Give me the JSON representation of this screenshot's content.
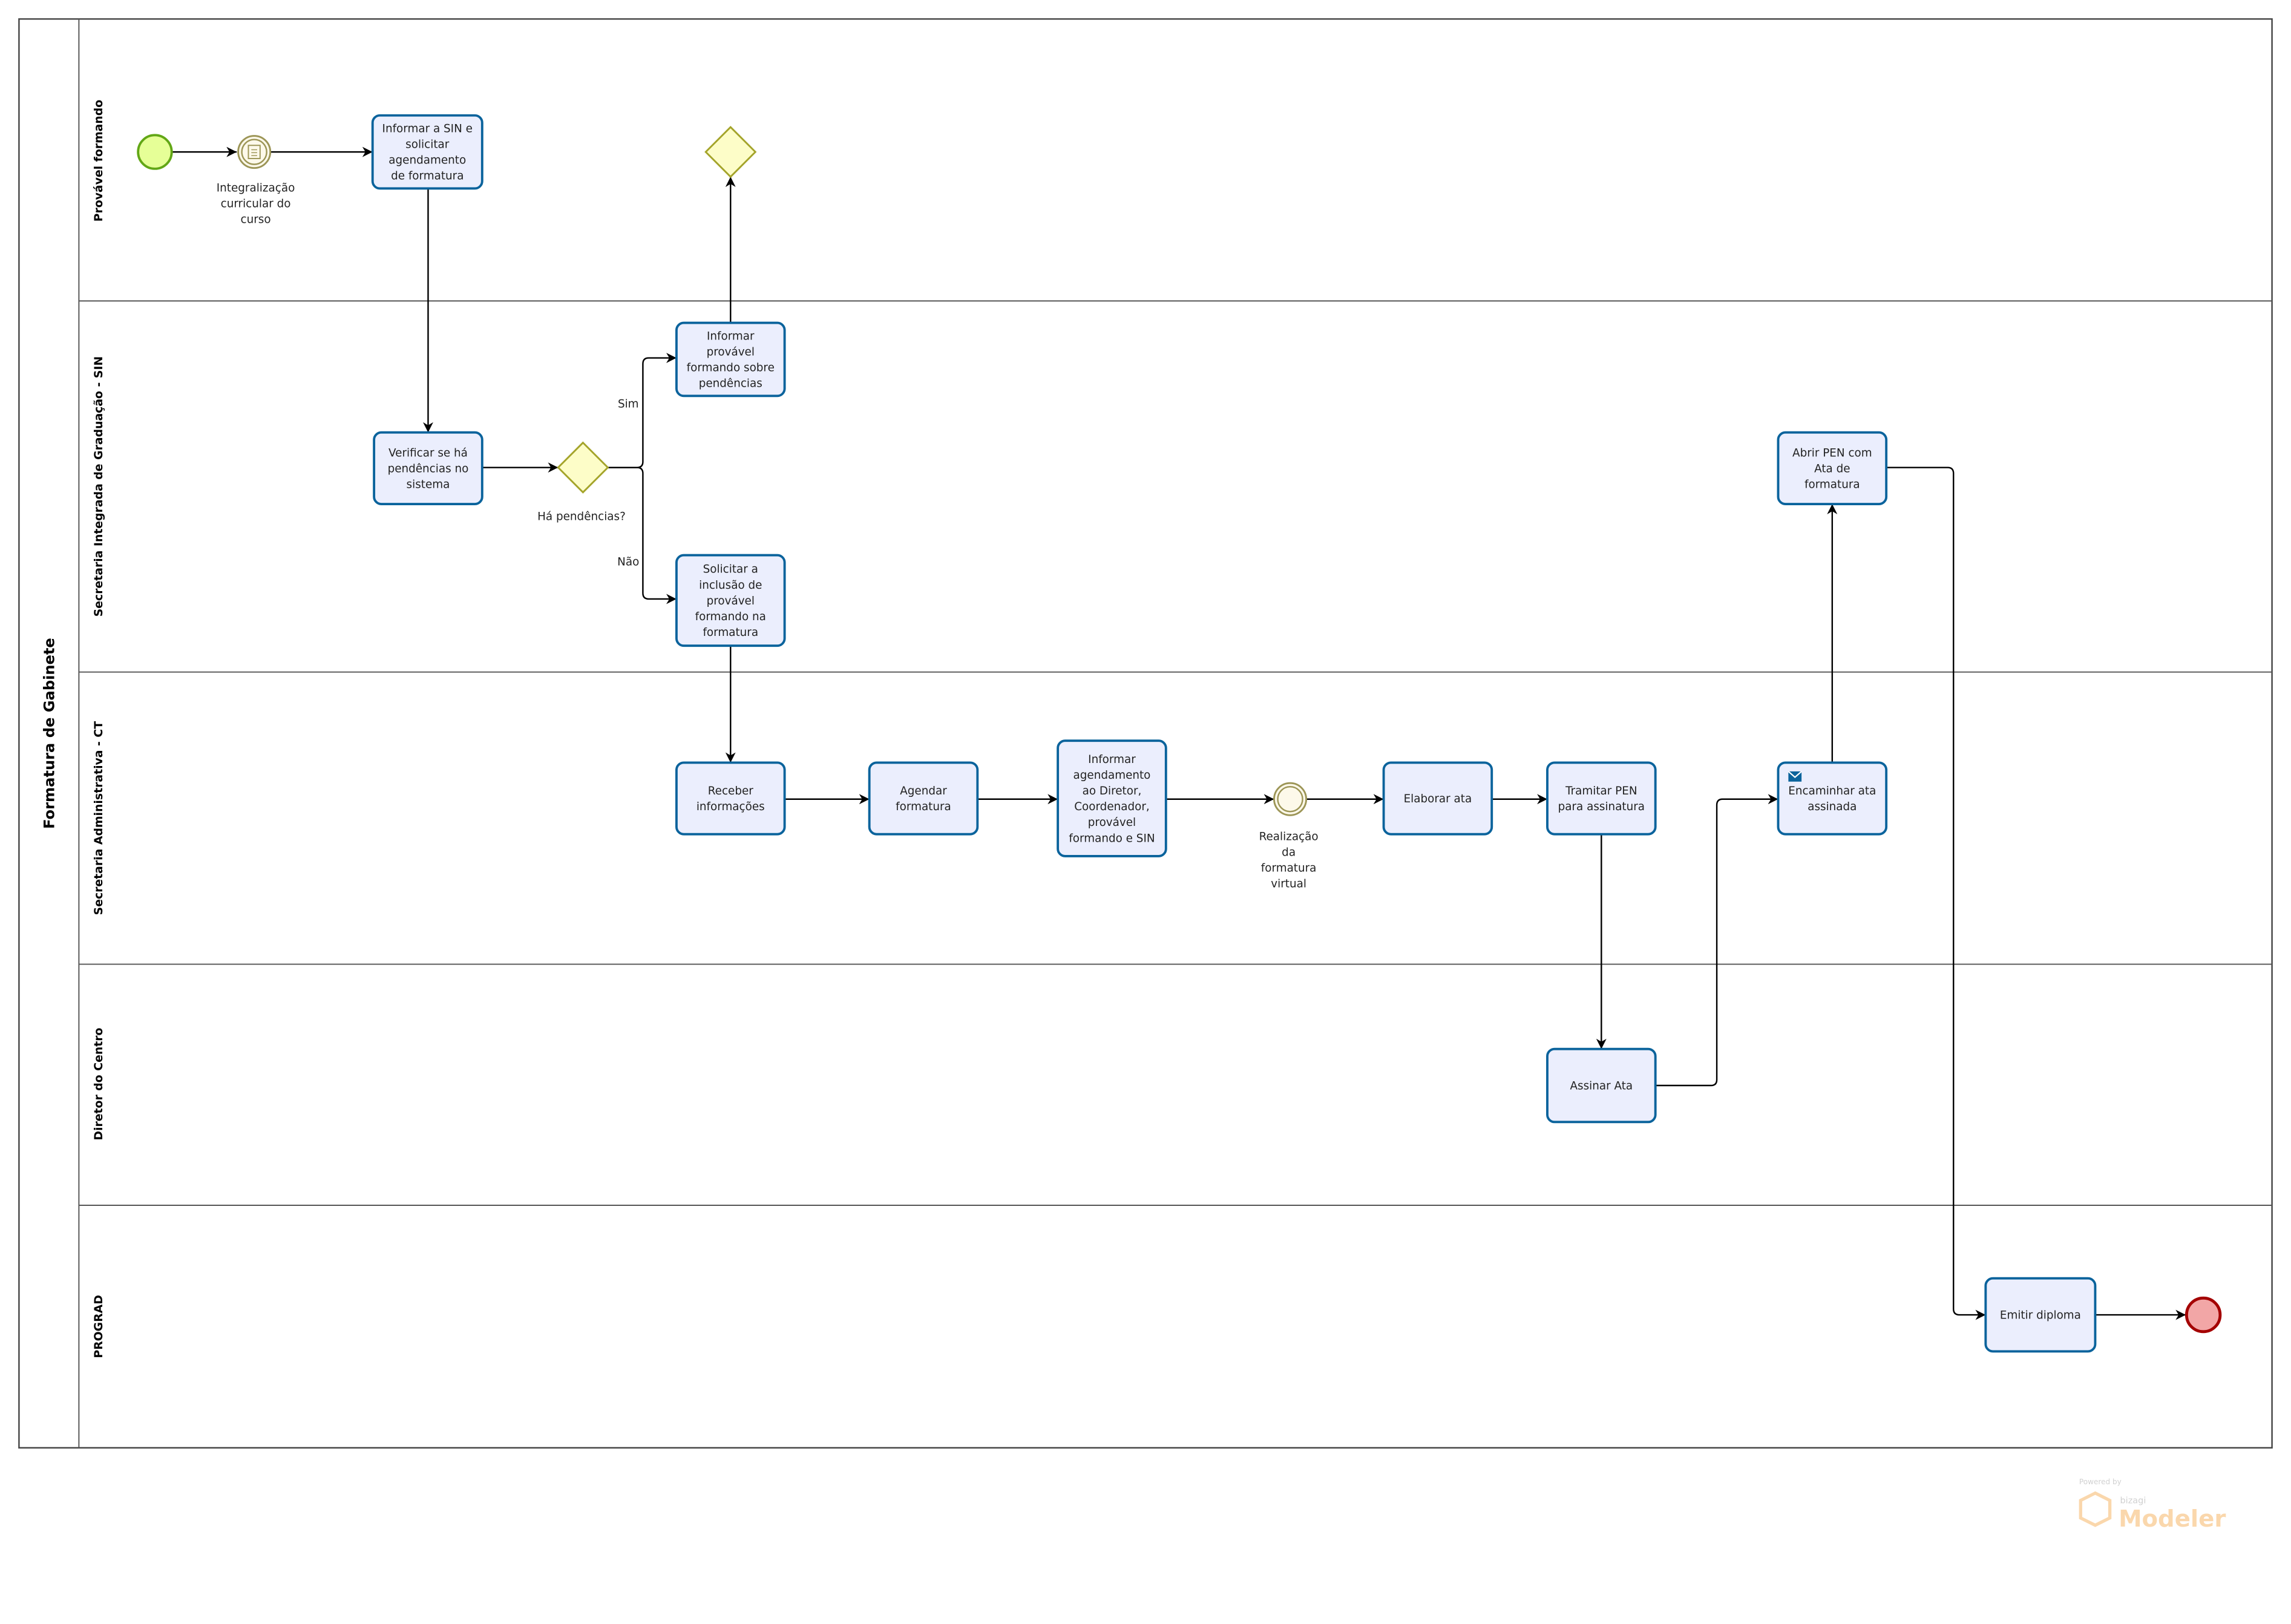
{
  "pool": {
    "title": "Formatura de Gabinete"
  },
  "lanes": [
    {
      "title": "Provável formando"
    },
    {
      "title": "Secretaria Integrada de Graduação - SIN"
    },
    {
      "title": "Secretaria Administrativa - CT"
    },
    {
      "title": "Diretor do Centro"
    },
    {
      "title": "PROGRAD"
    }
  ],
  "tasks": [
    {
      "lines": [
        "Informar a SIN e",
        "solicitar",
        "agendamento",
        "de formatura"
      ]
    },
    {
      "lines": [
        "Informar",
        "provável",
        "formando sobre",
        "pendências"
      ]
    },
    {
      "lines": [
        "Verificar se há",
        "pendências no",
        "sistema"
      ]
    },
    {
      "lines": [
        "Solicitar a",
        "inclusão de",
        "provável",
        "formando na",
        "formatura"
      ]
    },
    {
      "lines": [
        "Receber",
        "informações"
      ]
    },
    {
      "lines": [
        "Agendar",
        "formatura"
      ]
    },
    {
      "lines": [
        "Informar",
        "agendamento",
        "ao Diretor,",
        "Coordenador,",
        "provável",
        "formando e SIN"
      ]
    },
    {
      "lines": [
        "Elaborar ata"
      ]
    },
    {
      "lines": [
        "Tramitar PEN",
        "para assinatura"
      ]
    },
    {
      "lines": [
        "Encaminhar ata",
        "assinada"
      ]
    },
    {
      "lines": [
        "Abrir PEN com",
        "Ata de",
        "formatura"
      ]
    },
    {
      "lines": [
        "Assinar Ata"
      ]
    },
    {
      "lines": [
        "Emitir diploma"
      ]
    }
  ],
  "events": {
    "integralizacao": {
      "lines": [
        "Integralização",
        "curricular do",
        "curso"
      ]
    },
    "realizacao": {
      "lines": [
        "Realização",
        "da",
        "formatura",
        "virtual"
      ]
    }
  },
  "gateways": {
    "pendencias": {
      "label": "Há pendências?"
    }
  },
  "flows": {
    "sim": "Sim",
    "nao": "Não"
  },
  "watermark": {
    "powered": "Powered by",
    "brand": "bizagi",
    "product": "Modeler"
  },
  "colors": {
    "task_fill": "#ebeefd",
    "task_stroke": "#0a639c",
    "start": "#e6ff97",
    "end": "#f2a6a6",
    "gateway": "#fdfdc8"
  }
}
